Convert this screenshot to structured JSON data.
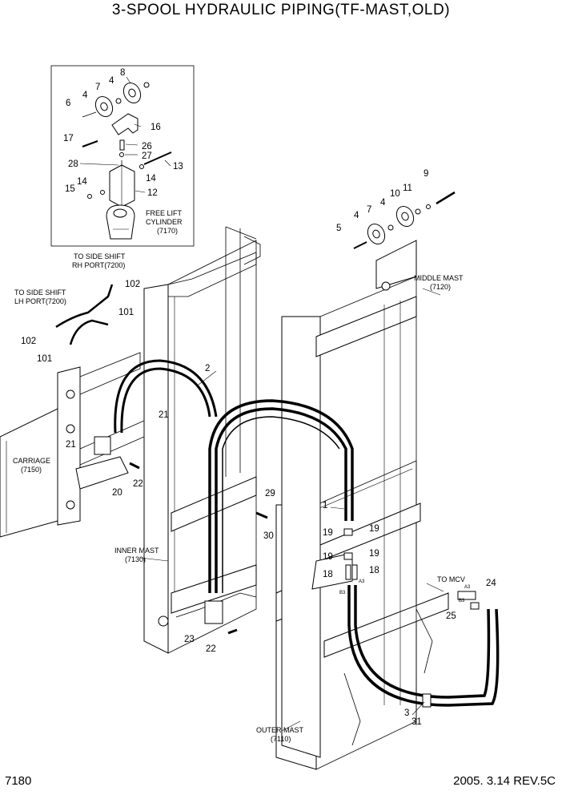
{
  "title": "3-SPOOL HYDRAULIC PIPING(TF-MAST,OLD)",
  "footer": {
    "page_code": "7180",
    "revision": "2005. 3.14 REV.5C"
  },
  "labels": {
    "free_lift_cylinder": [
      "FREE LIFT",
      "CYLINDER",
      "(7170)"
    ],
    "to_side_shift_rh": [
      "TO SIDE SHIFT",
      "RH PORT(7200)"
    ],
    "to_side_shift_lh": [
      "TO SIDE SHIFT",
      "LH PORT(7200)"
    ],
    "middle_mast": [
      "MIDDLE MAST",
      "(7120)"
    ],
    "carriage": [
      "CARRIAGE",
      "(7150)"
    ],
    "inner_mast": [
      "INNER MAST",
      "(7130)"
    ],
    "outer_mast": [
      "OUTER MAST",
      "(7110)"
    ],
    "to_mcv": "TO MCV",
    "port_a3": "A3",
    "port_b3": "B3"
  },
  "part_numbers": {
    "p1": "1",
    "p2": "2",
    "p3": "3",
    "p4": "4",
    "p5": "5",
    "p6": "6",
    "p7": "7",
    "p8": "8",
    "p9": "9",
    "p10": "10",
    "p11": "11",
    "p12": "12",
    "p13": "13",
    "p14": "14",
    "p15": "15",
    "p16": "16",
    "p17": "17",
    "p18": "18",
    "p19": "19",
    "p20": "20",
    "p21": "21",
    "p22": "22",
    "p23": "23",
    "p24": "24",
    "p25": "25",
    "p26": "26",
    "p27": "27",
    "p28": "28",
    "p29": "29",
    "p30": "30",
    "p31": "31",
    "p101": "101",
    "p102": "102"
  }
}
